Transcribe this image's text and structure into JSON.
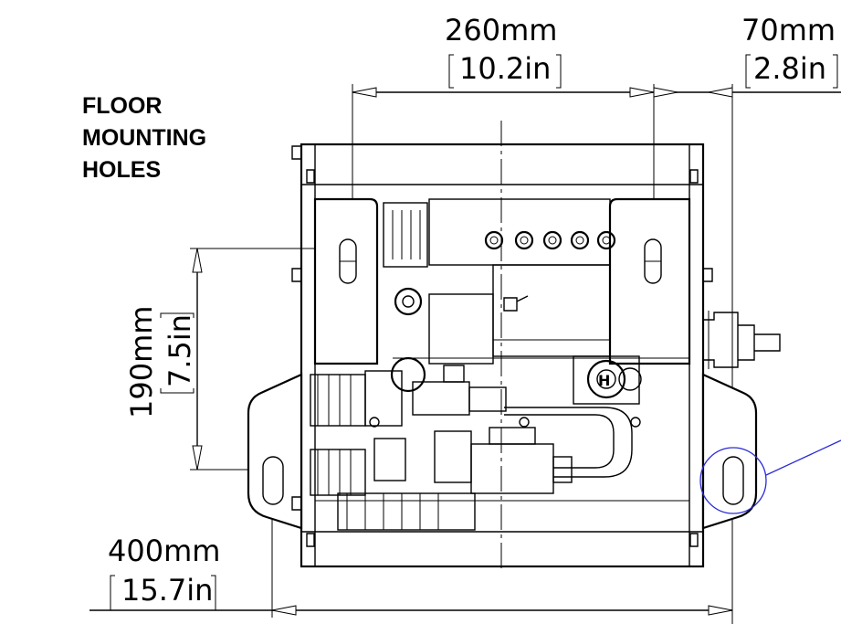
{
  "title_lines": [
    "FLOOR",
    "MOUNTING",
    "HOLES"
  ],
  "dimensions": {
    "width_holes": {
      "mm": "260mm",
      "in": "10.2in"
    },
    "offset": {
      "mm": "70mm",
      "in": "2.8in"
    },
    "depth_holes": {
      "mm": "190mm",
      "in": "7.5in"
    },
    "overall_width": {
      "mm": "400mm",
      "in": "15.7in"
    }
  },
  "callout_color": "#2b2bd6"
}
